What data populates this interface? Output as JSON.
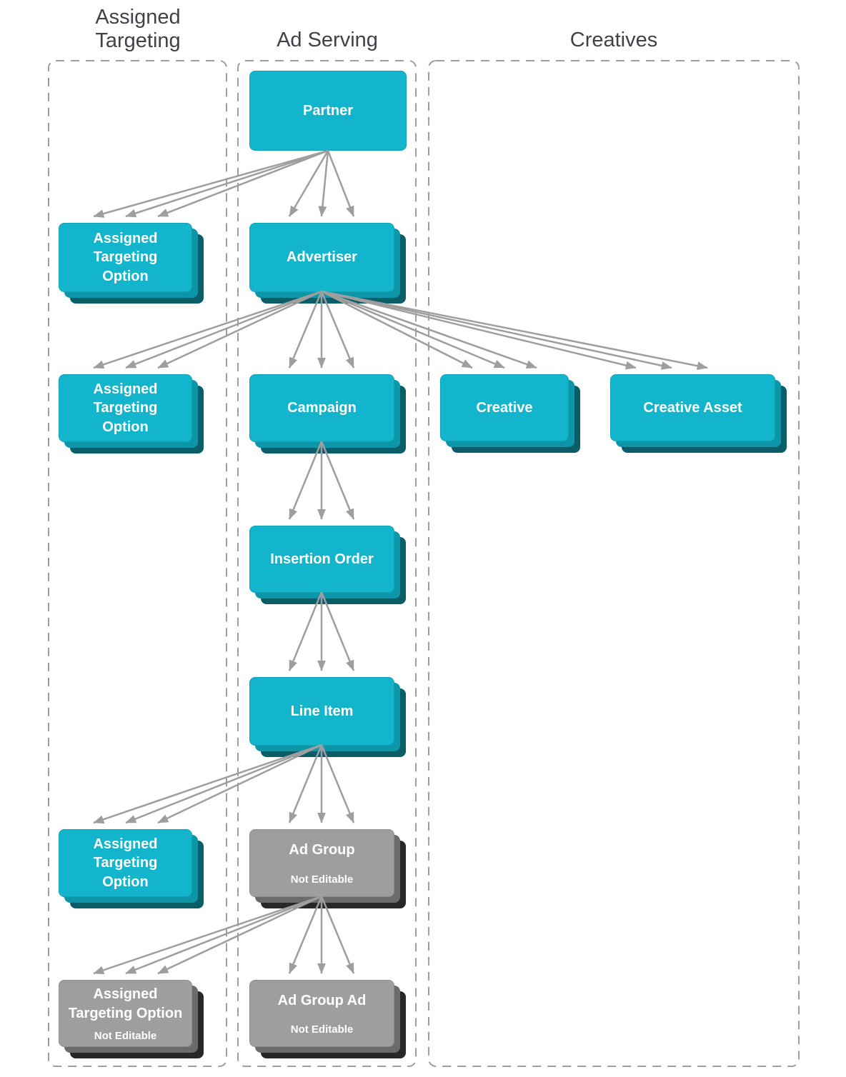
{
  "headers": {
    "assigned_targeting": "Assigned\nTargeting",
    "ad_serving": "Ad Serving",
    "creatives": "Creatives"
  },
  "nodes": {
    "partner": {
      "label": "Partner"
    },
    "advertiser": {
      "label": "Advertiser"
    },
    "ato1": {
      "label": "Assigned\nTargeting\nOption"
    },
    "ato2": {
      "label": "Assigned\nTargeting\nOption"
    },
    "campaign": {
      "label": "Campaign"
    },
    "creative": {
      "label": "Creative"
    },
    "creative_asset": {
      "label": "Creative Asset"
    },
    "insertion_order": {
      "label": "Insertion Order"
    },
    "line_item": {
      "label": "Line Item"
    },
    "ato3": {
      "label": "Assigned\nTargeting\nOption"
    },
    "ad_group": {
      "label": "Ad Group",
      "sublabel": "Not Editable"
    },
    "ato4": {
      "label": "Assigned\nTargeting Option",
      "sublabel": "Not Editable"
    },
    "ad_group_ad": {
      "label": "Ad Group Ad",
      "sublabel": "Not Editable"
    }
  },
  "edges": [
    {
      "from": "partner",
      "to": "ato1"
    },
    {
      "from": "partner",
      "to": "advertiser"
    },
    {
      "from": "advertiser",
      "to": "ato2"
    },
    {
      "from": "advertiser",
      "to": "campaign"
    },
    {
      "from": "advertiser",
      "to": "creative"
    },
    {
      "from": "advertiser",
      "to": "creative_asset"
    },
    {
      "from": "campaign",
      "to": "insertion_order"
    },
    {
      "from": "insertion_order",
      "to": "line_item"
    },
    {
      "from": "line_item",
      "to": "ato3"
    },
    {
      "from": "line_item",
      "to": "ad_group"
    },
    {
      "from": "ad_group",
      "to": "ato4"
    },
    {
      "from": "ad_group",
      "to": "ad_group_ad"
    }
  ],
  "colors": {
    "node_teal": "#12b5cb",
    "node_teal_mid": "#0d96a7",
    "node_teal_dark": "#0b5d68",
    "node_gray": "#9e9e9e",
    "node_gray_mid": "#6b6b6b",
    "node_gray_dark": "#282828",
    "arrow": "#9e9e9e",
    "column_border": "#9e9e9e",
    "header_text": "#3f4349",
    "node_text": "#ffffff"
  }
}
